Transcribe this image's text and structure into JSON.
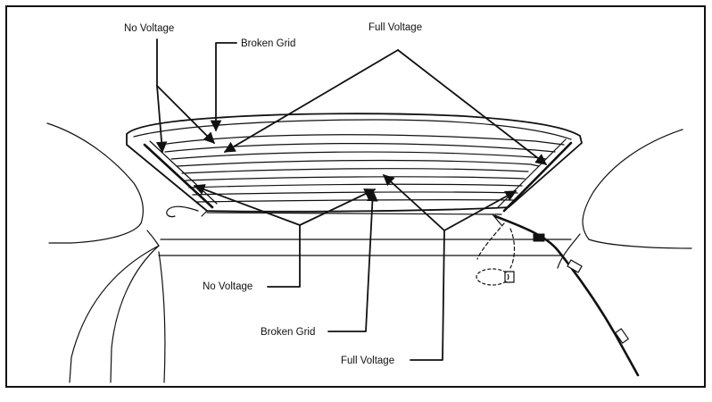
{
  "labels": {
    "no_voltage_top": "No Voltage",
    "broken_grid_top": "Broken Grid",
    "full_voltage_top": "Full Voltage",
    "no_voltage_bottom": "No Voltage",
    "broken_grid_bottom": "Broken Grid",
    "full_voltage_bottom": "Full Voltage"
  },
  "colors": {
    "ink": "#111111",
    "paper": "#ffffff"
  }
}
